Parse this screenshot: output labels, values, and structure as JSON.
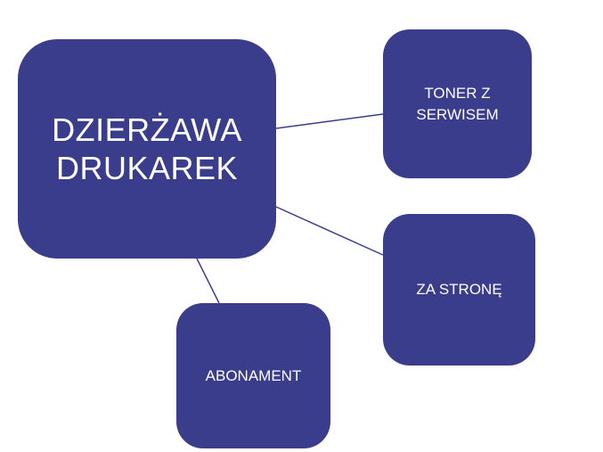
{
  "diagram": {
    "fill_color": "#3a3d8c",
    "text_color": "#ffffff",
    "line_color": "#3a3d8c",
    "main_node": {
      "label": "DZIERŻAWA DRUKAREK"
    },
    "nodes": [
      {
        "id": "toner",
        "label": "TONER Z SERWISEM"
      },
      {
        "id": "strone",
        "label": "ZA STRONĘ"
      },
      {
        "id": "abonament",
        "label": "ABONAMENT"
      }
    ],
    "connections": [
      {
        "from": "main",
        "to": "toner"
      },
      {
        "from": "main",
        "to": "strone"
      },
      {
        "from": "main",
        "to": "abonament"
      }
    ]
  }
}
